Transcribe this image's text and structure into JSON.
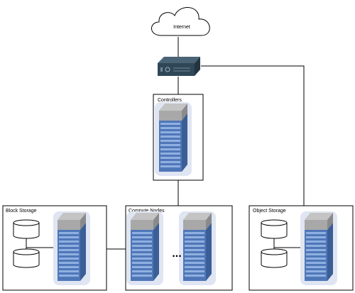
{
  "diagram": {
    "internet_label": "Internet",
    "controllers_label": "Controllers",
    "block_storage_label": "Block Storage",
    "compute_nodes_label": "Compute Nodes",
    "object_storage_label": "Object Storage",
    "ellipsis": "..."
  },
  "colors": {
    "line": "#000000",
    "rack_body": "#4f77b8",
    "rack_slot": "#8fb0e0",
    "rack_top": "#a8a8a8",
    "rack_glow": "#dfe5f2",
    "router_body": "#2f4757",
    "router_top": "#4a6475"
  }
}
